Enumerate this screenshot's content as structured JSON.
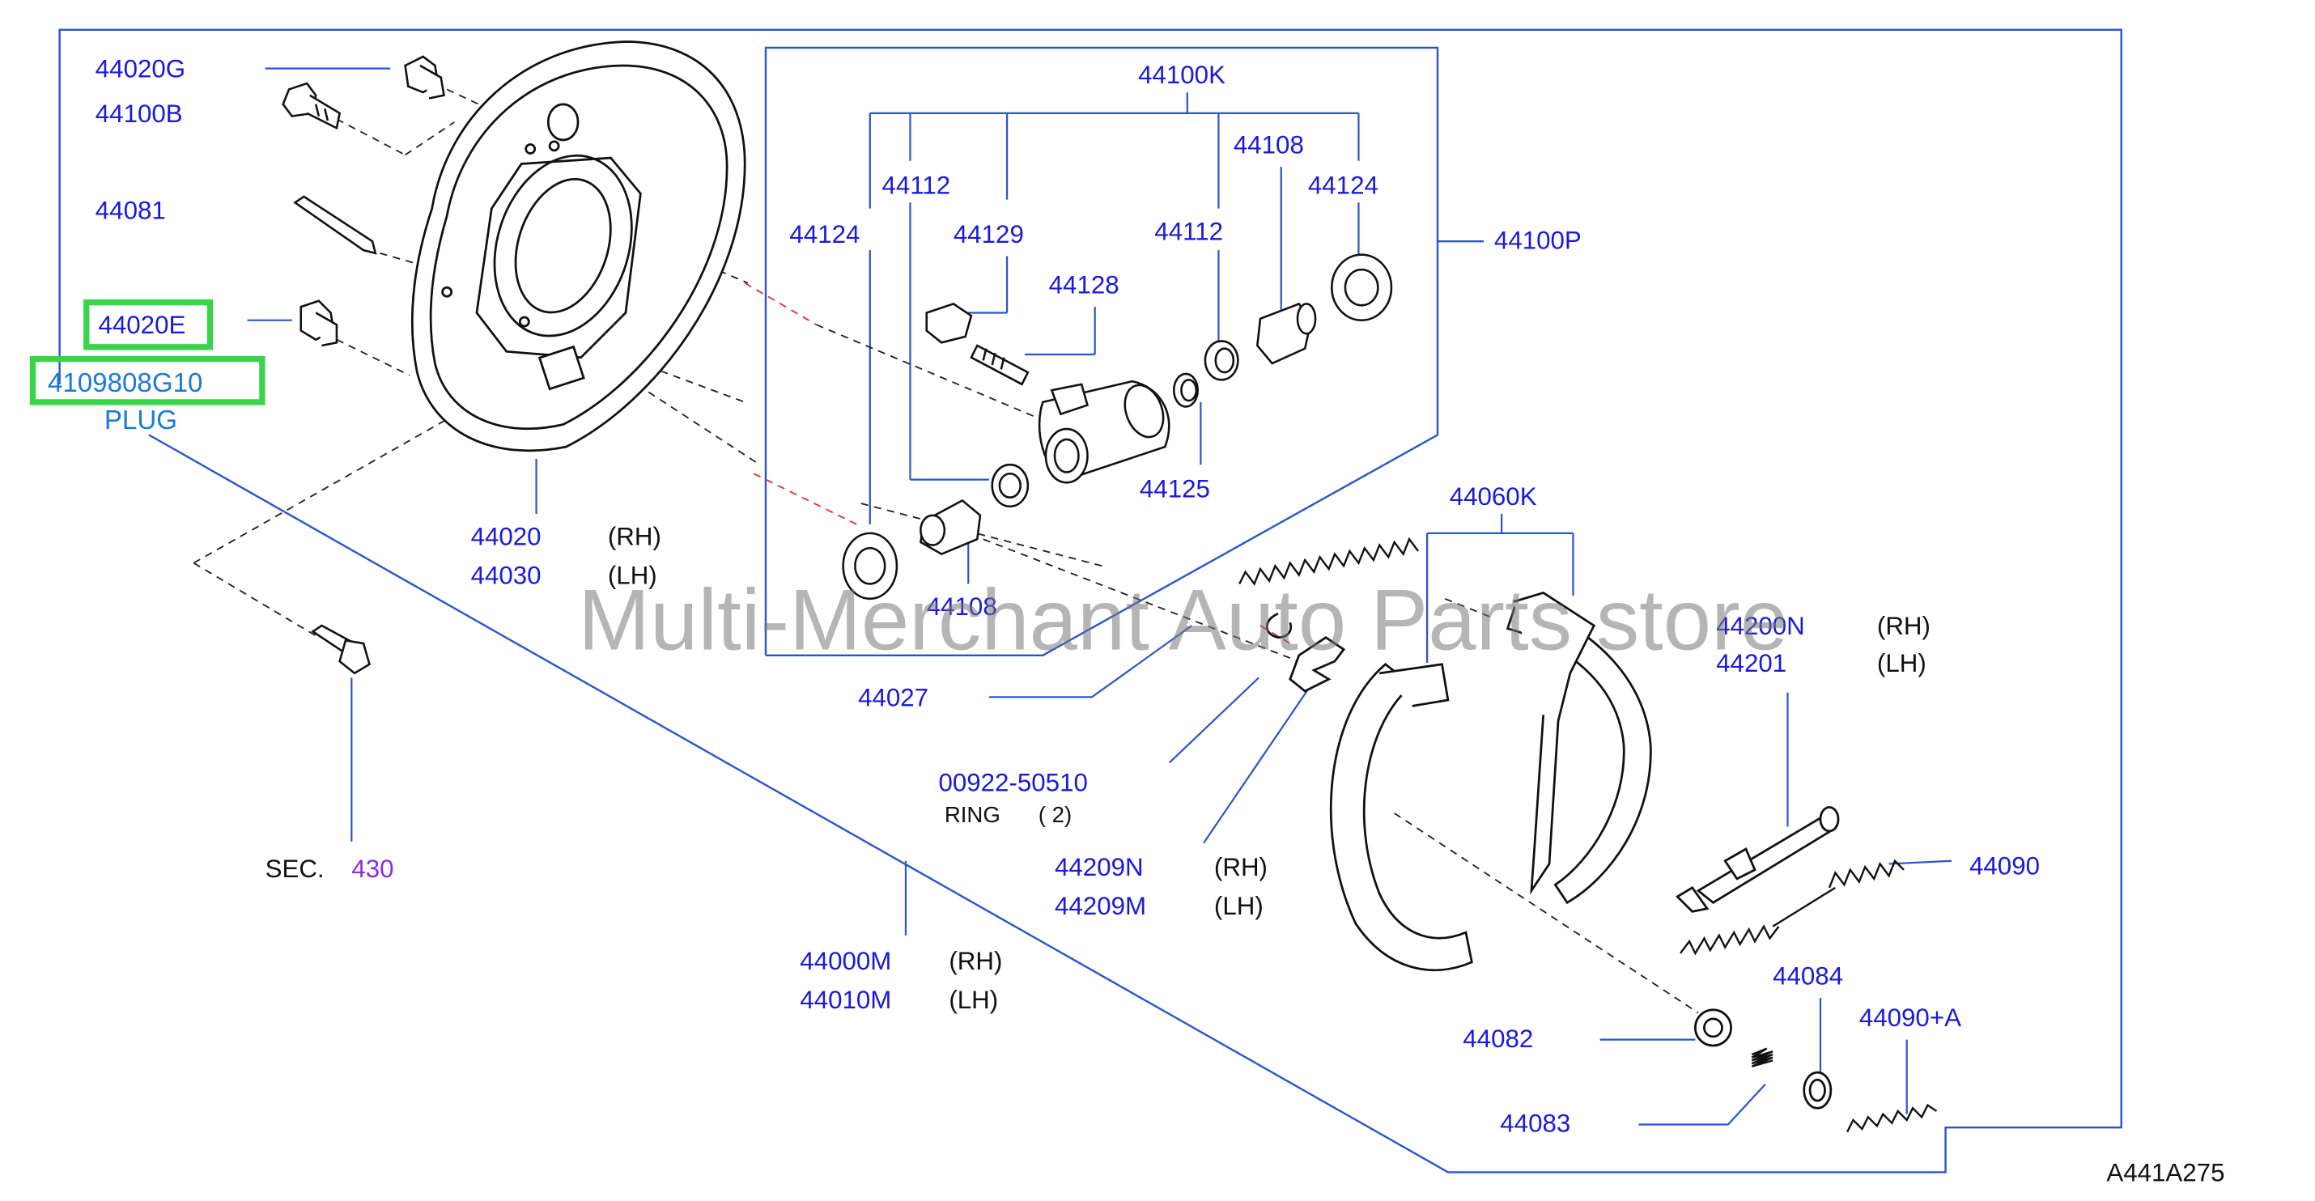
{
  "parts": {
    "p44020G": "44020G",
    "p44100B": "44100B",
    "p44081": "44081",
    "p44020E": "44020E",
    "p4109808G10": "4109808G10",
    "plug": "PLUG",
    "p44020": "44020",
    "p44030": "44030",
    "p44100K": "44100K",
    "p44108_top": "44108",
    "p44112_left": "44112",
    "p44124_right": "44124",
    "p44124_left": "44124",
    "p44129": "44129",
    "p44112_right": "44112",
    "p44100P": "44100P",
    "p44128": "44128",
    "p44125": "44125",
    "p44108_bottom": "44108",
    "p44060K": "44060K",
    "p44027": "44027",
    "p44200N": "44200N",
    "p44201": "44201",
    "p00922_50510": "00922-50510",
    "ring": "RING",
    "ring_qty": "( 2)",
    "p44209N": "44209N",
    "p44209M": "44209M",
    "p44090": "44090",
    "sec_label": "SEC.",
    "sec_num": "430",
    "p44000M": "44000M",
    "p44010M": "44010M",
    "p44084": "44084",
    "p44090A": "44090+A",
    "p44082": "44082",
    "p44083": "44083",
    "diagram_code": "A441A275"
  },
  "sides": {
    "rh": "(RH)",
    "lh": "(LH)"
  },
  "watermark": "Multi-Merchant Auto Parts store",
  "colors": {
    "label_blue": "#1a1ad8",
    "plug_blue": "#1a7ad8",
    "sec_purple": "#8a2be2",
    "highlight_green": "#3ad44a",
    "leader_blue": "#2a55c8",
    "dash_red": "#e03030"
  }
}
